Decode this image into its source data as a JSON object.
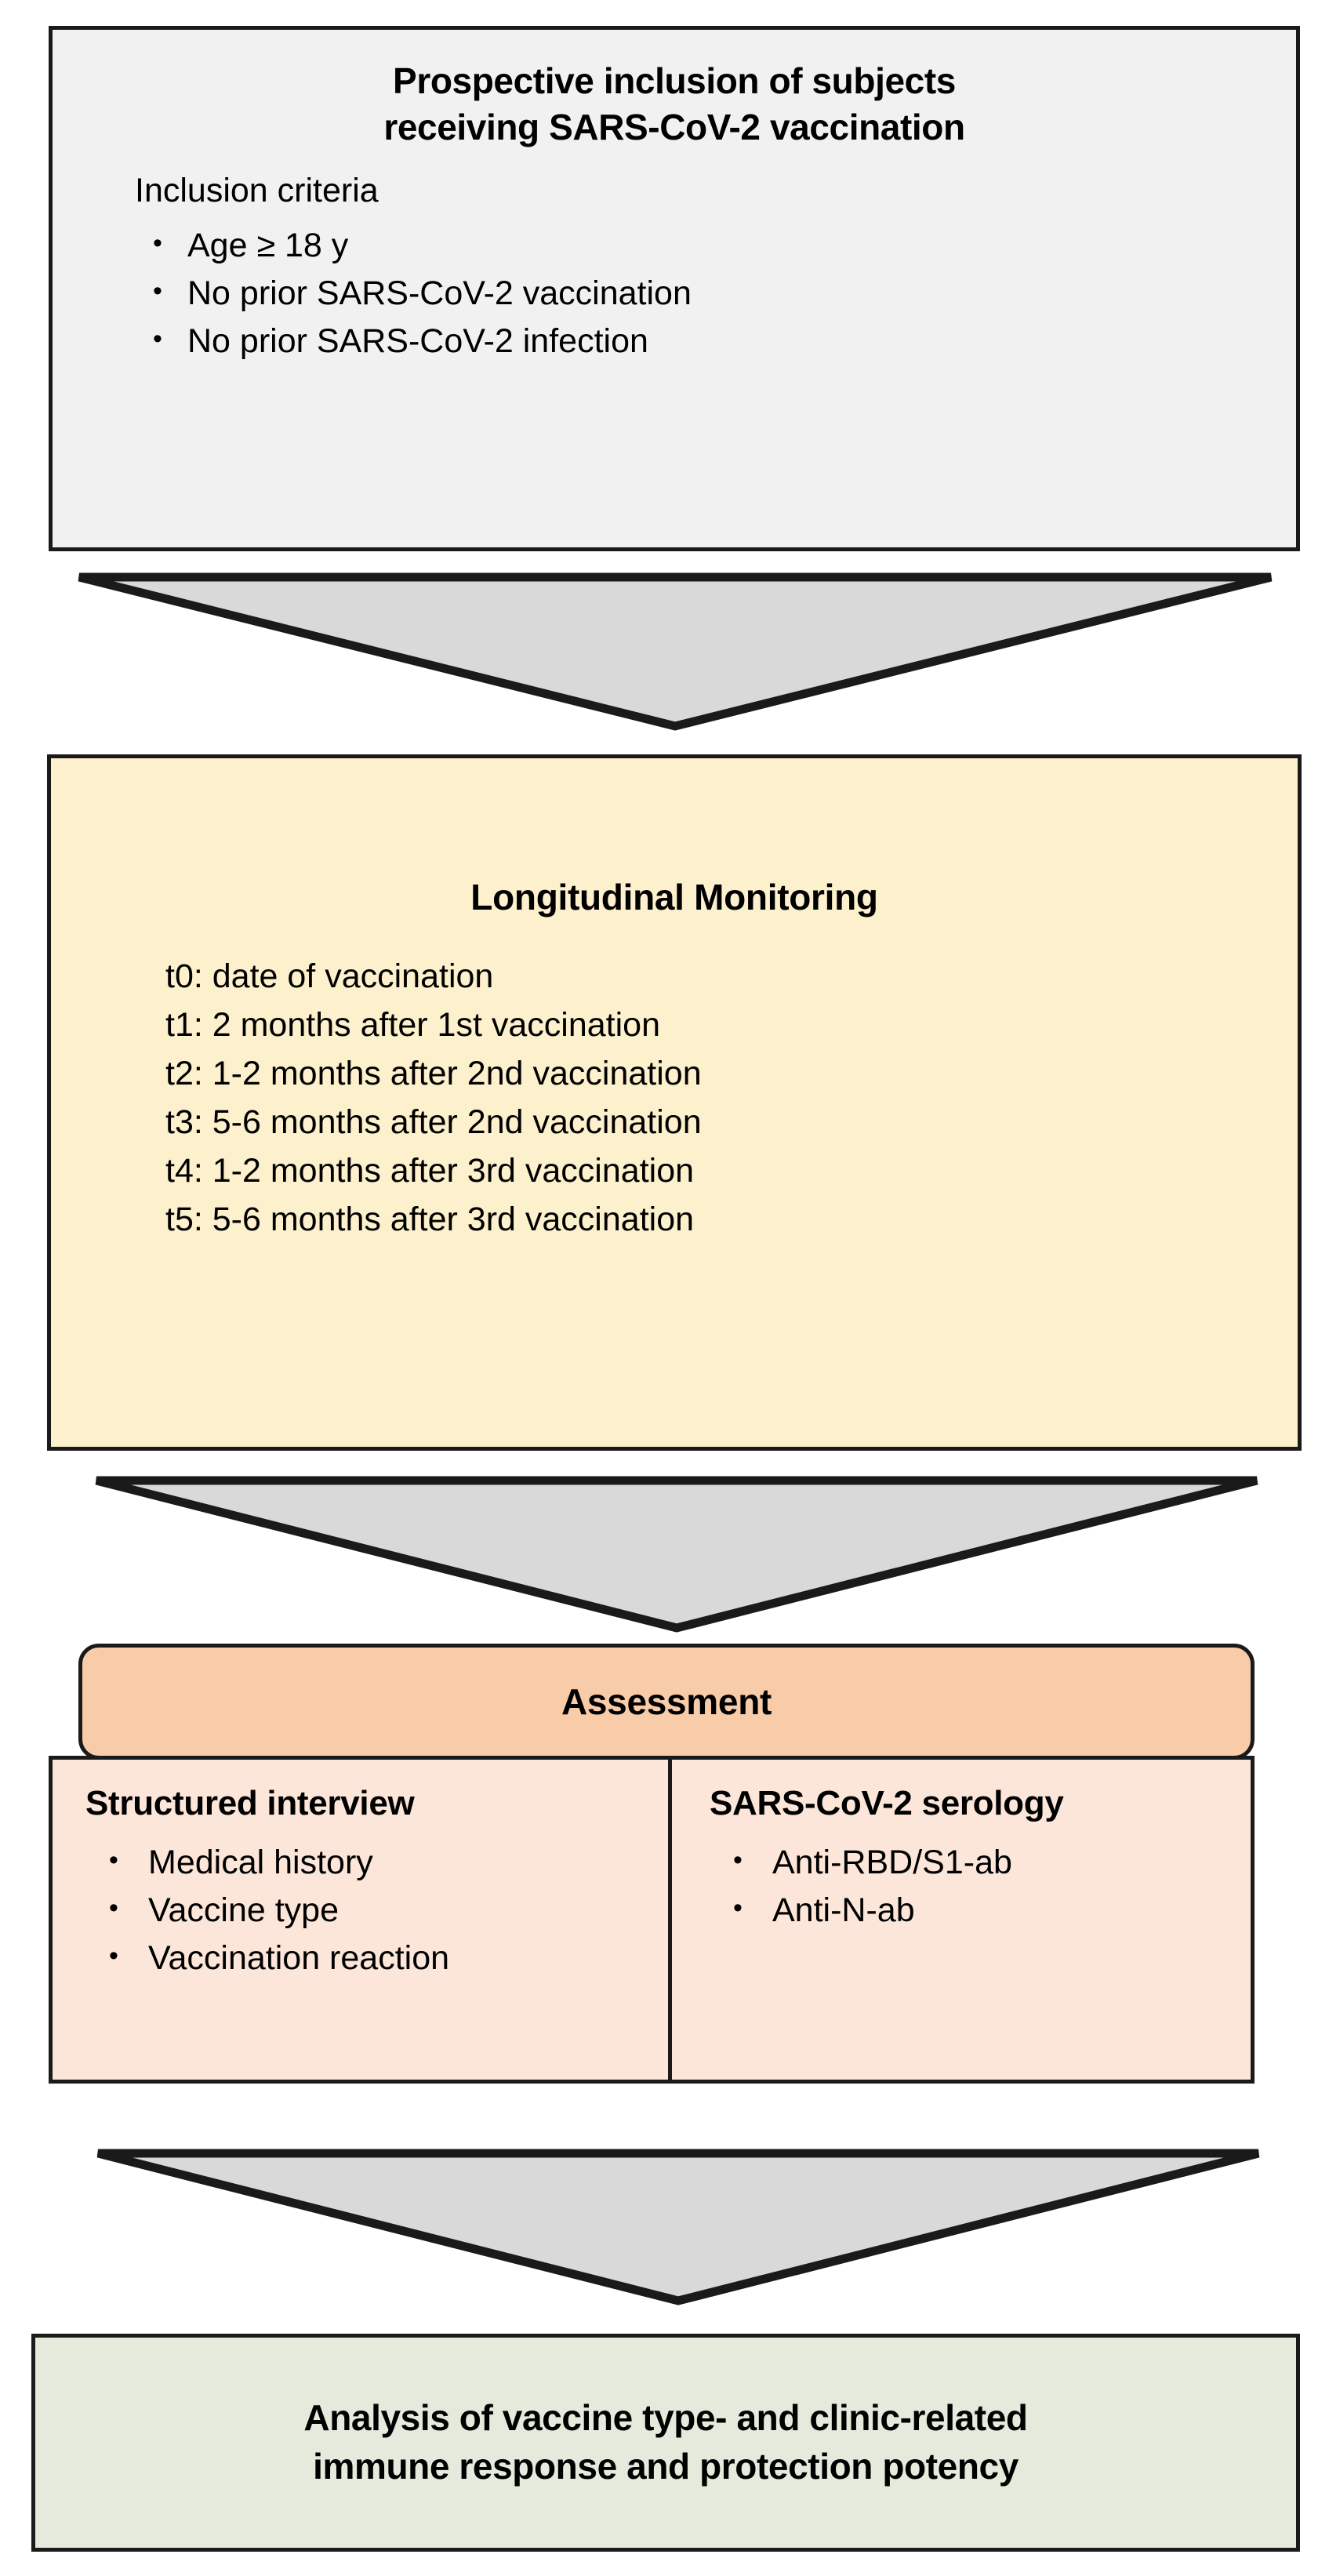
{
  "diagram": {
    "title": "SARS-CoV-2 vaccination study flowchart",
    "colors": {
      "step1_fill": "#f1f1f1",
      "step2_fill": "#fdf0cd",
      "step3_header_fill": "#f8cba9",
      "step3_body_fill": "#fbe6d9",
      "step4_fill": "#e4ebdc",
      "arrow_fill": "#d9d9d9",
      "outline": "#1a1a1a"
    }
  },
  "step1": {
    "title": "Prospective inclusion of subjects receiving SARS-CoV-2 vaccination",
    "title_line1": "Prospective inclusion of subjects",
    "title_line2": "receiving SARS-CoV-2 vaccination",
    "subtitle": "Inclusion criteria",
    "criteria": [
      "Age ≥ 18 y",
      "No prior SARS-CoV-2 vaccination",
      "No prior SARS-CoV-2 infection"
    ]
  },
  "step2": {
    "title": "Longitudinal Monitoring",
    "timepoints": [
      "t0: date of vaccination",
      "t1: 2 months after 1st vaccination",
      "t2: 1-2 months after 2nd vaccination",
      "t3: 5-6 months after 2nd vaccination",
      "t4: 1-2 months after 3rd vaccination",
      "t5: 5-6 months after 3rd vaccination"
    ]
  },
  "step3": {
    "title": "Assessment",
    "left": {
      "heading": "Structured interview",
      "items": [
        "Medical history",
        "Vaccine type",
        "Vaccination reaction"
      ]
    },
    "right": {
      "heading": "SARS-CoV-2 serology",
      "items": [
        "Anti-RBD/S1-ab",
        "Anti-N-ab"
      ]
    }
  },
  "step4": {
    "text": "Analysis of vaccine type- and clinic-related immune response and protection potency",
    "line1": "Analysis of vaccine type- and clinic-related",
    "line2": "immune response and protection potency"
  },
  "arrows": [
    {
      "name": "arrow-inclusion-to-monitoring"
    },
    {
      "name": "arrow-monitoring-to-assessment"
    },
    {
      "name": "arrow-assessment-to-analysis"
    }
  ]
}
